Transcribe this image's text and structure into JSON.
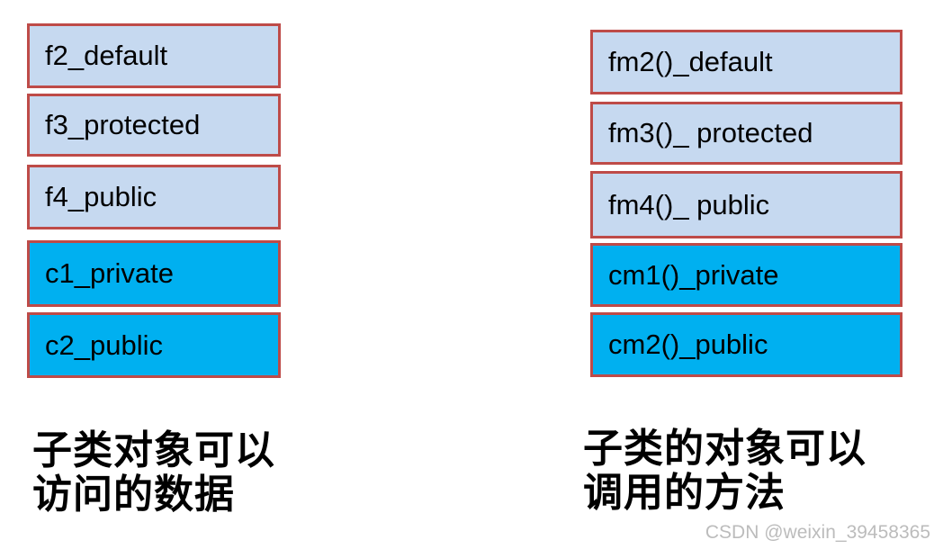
{
  "colors": {
    "box_border": "#BE4B48",
    "box_fill_inherited": "#C6D9F0",
    "box_fill_own": "#00B0F0",
    "caption_text": "#000000",
    "watermark_text": "#BCBCBC"
  },
  "left_column": {
    "boxes": [
      {
        "label": "f2_default",
        "variant": "light"
      },
      {
        "label": "f3_protected",
        "variant": "light"
      },
      {
        "label": "f4_public",
        "variant": "light"
      },
      {
        "label": "c1_private",
        "variant": "cyan"
      },
      {
        "label": "c2_public",
        "variant": "cyan"
      }
    ],
    "caption_line1": "子类对象可以",
    "caption_line2": "访问的数据"
  },
  "right_column": {
    "boxes": [
      {
        "label": "fm2()_default",
        "variant": "light"
      },
      {
        "label": "fm3()_ protected",
        "variant": "light"
      },
      {
        "label": "fm4()_ public",
        "variant": "light"
      },
      {
        "label": "cm1()_private",
        "variant": "cyan"
      },
      {
        "label": "cm2()_public",
        "variant": "cyan"
      }
    ],
    "caption_line1": "子类的对象可以",
    "caption_line2": "调用的方法"
  },
  "watermark": "CSDN @weixin_39458365"
}
